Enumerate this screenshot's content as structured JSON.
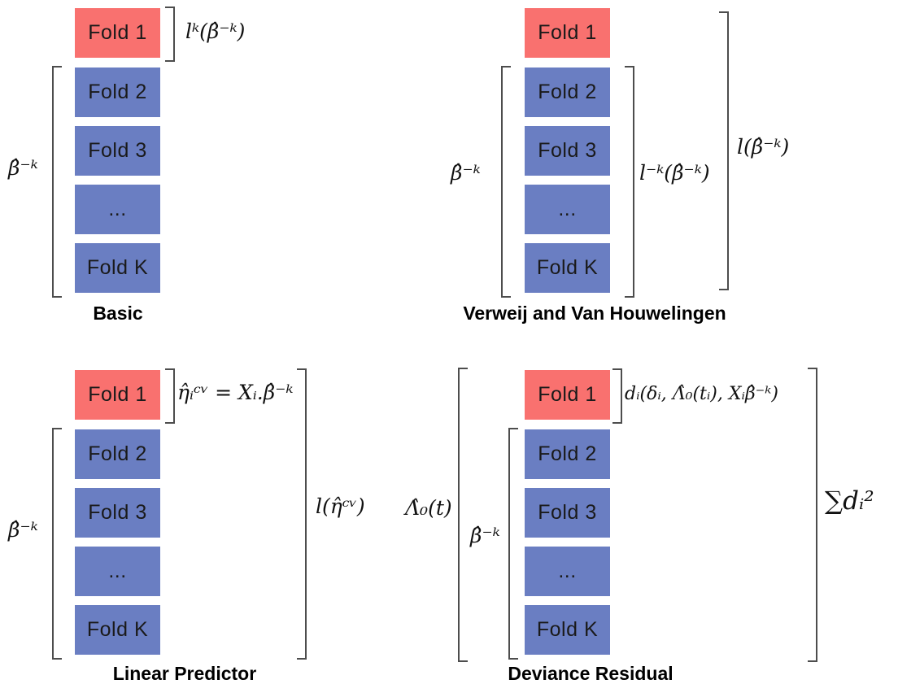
{
  "colors": {
    "fold_test": "#F9716F",
    "fold_train": "#6A7EC2",
    "bracket": "#4d4d4d"
  },
  "panels": [
    {
      "id": "basic",
      "title": "Basic",
      "folds": [
        "Fold 1",
        "Fold 2",
        "Fold 3",
        "...",
        "Fold K"
      ],
      "left_label": "β̂⁻ᵏ",
      "fold1_label": "lᵏ(β̂⁻ᵏ)"
    },
    {
      "id": "verweij-van-houwelingen",
      "title": "Verweij and Van Houwelingen",
      "folds": [
        "Fold 1",
        "Fold 2",
        "Fold 3",
        "...",
        "Fold K"
      ],
      "left_label": "β̂⁻ᵏ",
      "train_label": "l⁻ᵏ(β̂⁻ᵏ)",
      "outer_label": "l(β̂⁻ᵏ)"
    },
    {
      "id": "linear-predictor",
      "title": "Linear Predictor",
      "folds": [
        "Fold 1",
        "Fold 2",
        "Fold 3",
        "...",
        "Fold K"
      ],
      "left_label": "β̂⁻ᵏ",
      "fold1_label": "η̂ᵢᶜᵛ = Xᵢ.β̂⁻ᵏ",
      "outer_label": "l(η̂ᶜᵛ)"
    },
    {
      "id": "deviance-residual",
      "title": "Deviance Residual",
      "folds": [
        "Fold 1",
        "Fold 2",
        "Fold 3",
        "...",
        "Fold K"
      ],
      "baseline_label": "Λ̂₀(t)",
      "left_label": "β̂⁻ᵏ",
      "fold1_label": "dᵢ(δᵢ, Λ̂₀(tᵢ), Xᵢβ̂⁻ᵏ)",
      "outer_label": "∑dᵢ²"
    }
  ]
}
